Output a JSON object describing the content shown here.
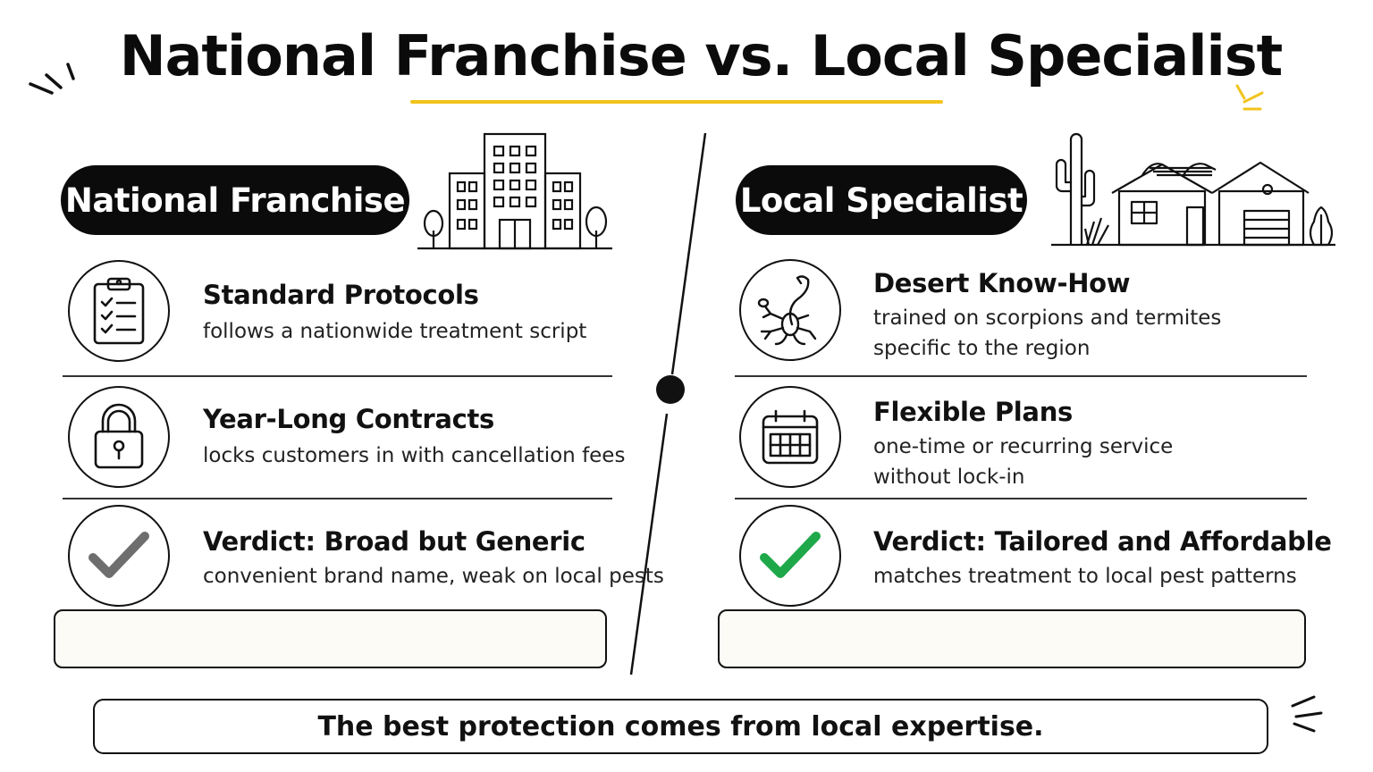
{
  "title": "National Franchise vs. Local Specialist",
  "colors": {
    "accent": "#f2c31b",
    "check_green": "#1fa84a",
    "check_gray": "#6e6e6e",
    "ink": "#111111"
  },
  "left": {
    "heading": "National Franchise",
    "illustration": "office-building-icon",
    "items": [
      {
        "icon": "clipboard-checklist-icon",
        "title": "Standard Protocols",
        "desc": [
          "follows a nationwide treatment script"
        ]
      },
      {
        "icon": "padlock-icon",
        "title": "Year-Long Contracts",
        "desc": [
          "locks customers in with cancellation fees"
        ]
      },
      {
        "icon": "gray-checkmark-icon",
        "title": "Verdict: Broad but Generic",
        "desc": [
          "convenient brand name, weak on local pests"
        ]
      }
    ]
  },
  "right": {
    "heading": "Local Specialist",
    "illustration": "desert-house-cactus-icon",
    "items": [
      {
        "icon": "scorpion-icon",
        "title": "Desert Know-How",
        "desc": [
          "trained on scorpions and termites",
          "specific to the region"
        ]
      },
      {
        "icon": "calendar-icon",
        "title": "Flexible Plans",
        "desc": [
          "one-time or recurring service",
          "without lock-in"
        ]
      },
      {
        "icon": "green-checkmark-icon",
        "title": "Verdict: Tailored and Affordable",
        "desc": [
          "matches treatment to local pest patterns"
        ]
      }
    ]
  },
  "footer": "The best protection comes from local expertise."
}
